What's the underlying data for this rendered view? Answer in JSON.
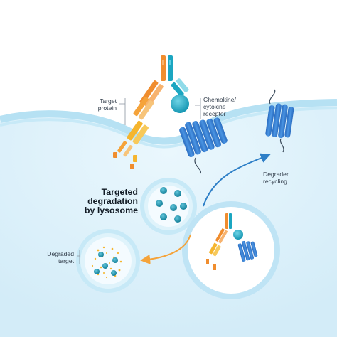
{
  "labels": {
    "target_protein": [
      "Target",
      "protein"
    ],
    "receptor": [
      "Chemokine/",
      "cytokine",
      "receptor"
    ],
    "recycling": [
      "Degrader",
      "recycling"
    ],
    "lysosome": [
      "Targeted",
      "degradation",
      "by lysosome"
    ],
    "degraded": [
      "Degraded",
      "target"
    ]
  },
  "colors": {
    "orange": "#f08d2e",
    "orange_light": "#f7b36f",
    "yellow": "#f5b52e",
    "blue_receptor": "#3e84d6",
    "teal": "#1ba6c1",
    "cyan_light": "#dff3fb",
    "membrane": "#b6e1f3",
    "arrow_blue": "#2e7fc7",
    "arrow_orange": "#f5a33a",
    "text": "#2f3a48"
  },
  "icons": [
    "antibody-degrader-icon",
    "target-protein-icon",
    "chemokine-receptor-icon",
    "endosome-icon",
    "lysosome-icon",
    "degraded-vesicle-icon"
  ]
}
